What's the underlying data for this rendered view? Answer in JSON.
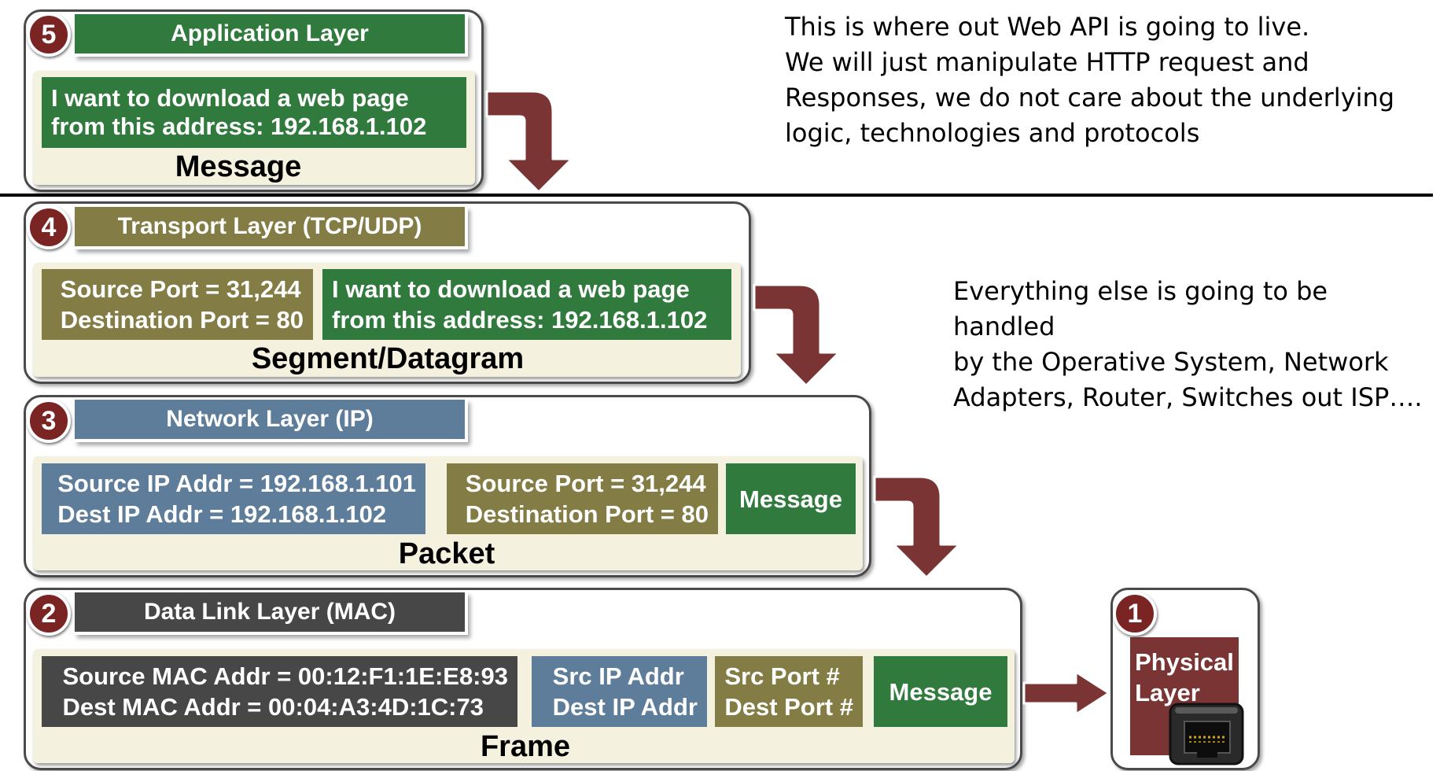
{
  "layers": [
    {
      "number": "5",
      "title": "Application Layer",
      "cells": [
        "I want to download a web page\nfrom this address: 192.168.1.102"
      ],
      "caption": "Message"
    },
    {
      "number": "4",
      "title": "Transport Layer (TCP/UDP)",
      "cells": [
        "Source Port = 31,244\nDestination Port = 80",
        "I want to download a web page\nfrom this address: 192.168.1.102"
      ],
      "caption": "Segment/Datagram"
    },
    {
      "number": "3",
      "title": "Network Layer (IP)",
      "cells": [
        "Source IP Addr = 192.168.1.101\nDest IP Addr = 192.168.1.102",
        "Source Port = 31,244\nDestination Port = 80",
        "Message"
      ],
      "caption": "Packet"
    },
    {
      "number": "2",
      "title": "Data Link Layer (MAC)",
      "cells": [
        "Source MAC Addr = 00:12:F1:1E:E8:93\nDest MAC Addr = 00:04:A3:4D:1C:73",
        "Src IP Addr\nDest IP Addr",
        "Src Port #\nDest Port #",
        "Message"
      ],
      "caption": "Frame"
    },
    {
      "number": "1",
      "title": "Physical\nLayer"
    }
  ],
  "notes": {
    "top": "This is where out Web API is going to live.\nWe will just manipulate HTTP request and\nResponses, we do not care about the underlying\nlogic, technologies and protocols",
    "middle": "Everything else is going to be handled\nby the Operative System, Network\nAdapters, Router, Switches out ISP…."
  },
  "colors": {
    "application": "#2f7a3c",
    "transport": "#837c45",
    "network": "#5d7d9b",
    "datalink": "#474747",
    "physical": "#7a3434",
    "arrow": "#7a3434",
    "badge": "#7a2424"
  },
  "icons": [
    "ethernet-port-icon",
    "curved-down-arrow-icon",
    "right-arrow-icon"
  ]
}
